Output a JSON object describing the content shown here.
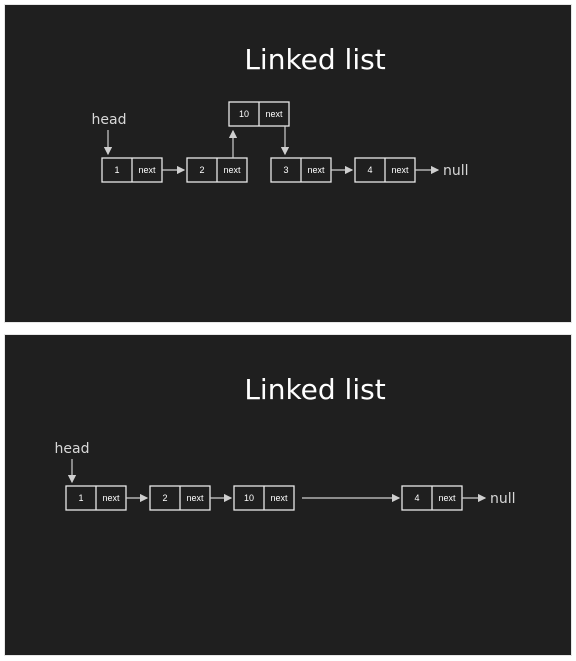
{
  "panels": [
    {
      "title": "Linked list",
      "head_label": "head",
      "null_label": "null",
      "nodes": [
        {
          "value": "1",
          "next_label": "next"
        },
        {
          "value": "2",
          "next_label": "next"
        },
        {
          "value": "10",
          "next_label": "next"
        },
        {
          "value": "3",
          "next_label": "next"
        },
        {
          "value": "4",
          "next_label": "next"
        }
      ]
    },
    {
      "title": "Linked list",
      "head_label": "head",
      "null_label": "null",
      "nodes": [
        {
          "value": "1",
          "next_label": "next"
        },
        {
          "value": "2",
          "next_label": "next"
        },
        {
          "value": "10",
          "next_label": "next"
        },
        {
          "value": "4",
          "next_label": "next"
        }
      ]
    }
  ]
}
